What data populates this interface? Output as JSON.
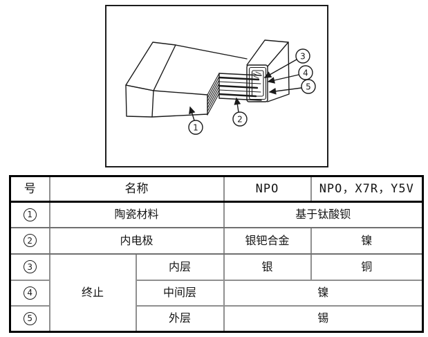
{
  "diagram": {
    "callouts": [
      {
        "n": "1"
      },
      {
        "n": "2"
      },
      {
        "n": "3"
      },
      {
        "n": "4"
      },
      {
        "n": "5"
      }
    ]
  },
  "table": {
    "header": {
      "no": "号",
      "name": "名称",
      "npo": "NPO",
      "multi": "NPO，X7R，Y5V"
    },
    "rows": [
      {
        "no": "1",
        "name": "陶瓷材料",
        "value_all": "基于钛酸钡"
      },
      {
        "no": "2",
        "name": "内电极",
        "npo": "银钯合金",
        "multi": "镍"
      },
      {
        "no": "3",
        "group": "终止",
        "layer": "内层",
        "npo": "银",
        "multi": "铜"
      },
      {
        "no": "4",
        "layer": "中间层",
        "value_all": "镍"
      },
      {
        "no": "5",
        "layer": "外层",
        "value_all": "锡"
      }
    ]
  }
}
